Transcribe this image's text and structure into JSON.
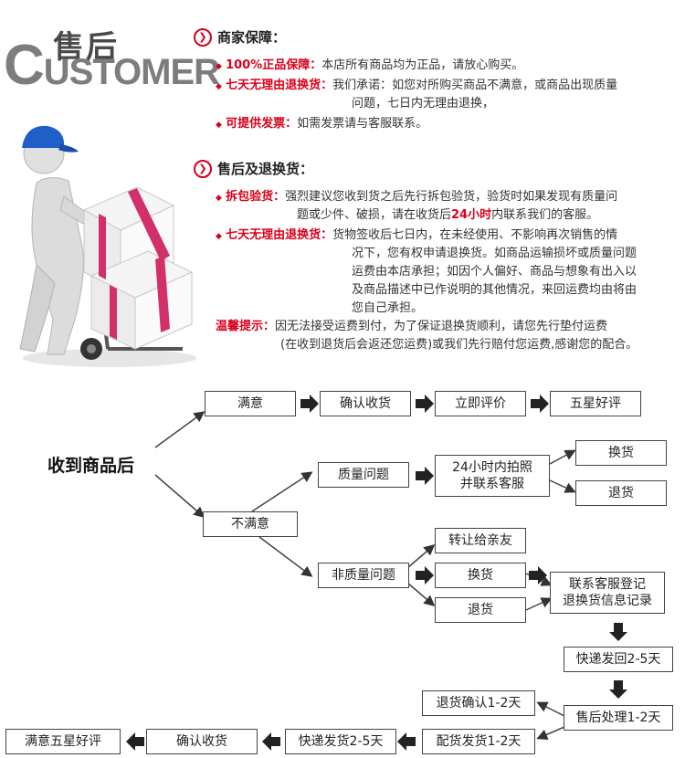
{
  "header": {
    "logo_cn": "售后",
    "logo_en_first": "C",
    "logo_en_rest": "USTOMER"
  },
  "merchant": {
    "title": "商家保障：",
    "items": [
      {
        "label": "100%正品保障：",
        "text": "本店所有商品均为正品，请放心购买。"
      },
      {
        "label": "七天无理由退换货：",
        "line1": "我们承诺：如您对所购买商品不满意，或商品出现质量",
        "line2": "问题，七日内无理由退换，"
      },
      {
        "label": "可提供发票：",
        "text": "如需发票请与客服联系。"
      }
    ]
  },
  "after_sales": {
    "title": "售后及退换货：",
    "inspect": {
      "label": "拆包验货：",
      "line1": "强烈建议您收到货之后先行拆包验货，验货时如果发现有质量问",
      "line2_pre": "题或少件、破损，请在收货后",
      "line2_em": "24小时",
      "line2_post": "内联系我们的客服。"
    },
    "return": {
      "label": "七天无理由退换货：",
      "lines": [
        "货物签收后七日内，在未经使用、不影响再次销售的情",
        "况下，您有权申请退换货。如商品运输损坏或质量问题",
        "运费由本店承担；如因个人偏好、商品与想象有出入以",
        "及商品描述中已作说明的其他情况，来回运费均由将由",
        "您自己承担。"
      ]
    },
    "tip": {
      "label": "温馨提示：",
      "line1": "因无法接受运费到付，为了保证退换货顺利，请您先行垫付运费",
      "line2": "(在收到退货后会返还您运费)或我们先行赔付您运费,感谢您的配合。"
    }
  },
  "flow": {
    "root": "收到商品后",
    "satisfied": "满意",
    "confirm": "确认收货",
    "review": "立即评价",
    "five_star": "五星好评",
    "unsatisfied": "不满意",
    "quality": "质量问题",
    "photo_line1": "24小时内拍照",
    "photo_line2": "并联系客服",
    "exchange": "换货",
    "refund": "退货",
    "non_quality": "非质量问题",
    "transfer": "转让给亲友",
    "nq_exchange": "换货",
    "nq_refund": "退货",
    "register_line1": "联系客服登记",
    "register_line2": "退换货信息记录",
    "ship_back": "快递发回2-5天",
    "process": "售后处理1-2天",
    "refund_confirm": "退货确认1-2天",
    "dispatch": "配货发货1-2天",
    "express_out": "快递发货2-5天",
    "confirm_receipt": "确认收货",
    "satisfied_five": "满意五星好评"
  }
}
